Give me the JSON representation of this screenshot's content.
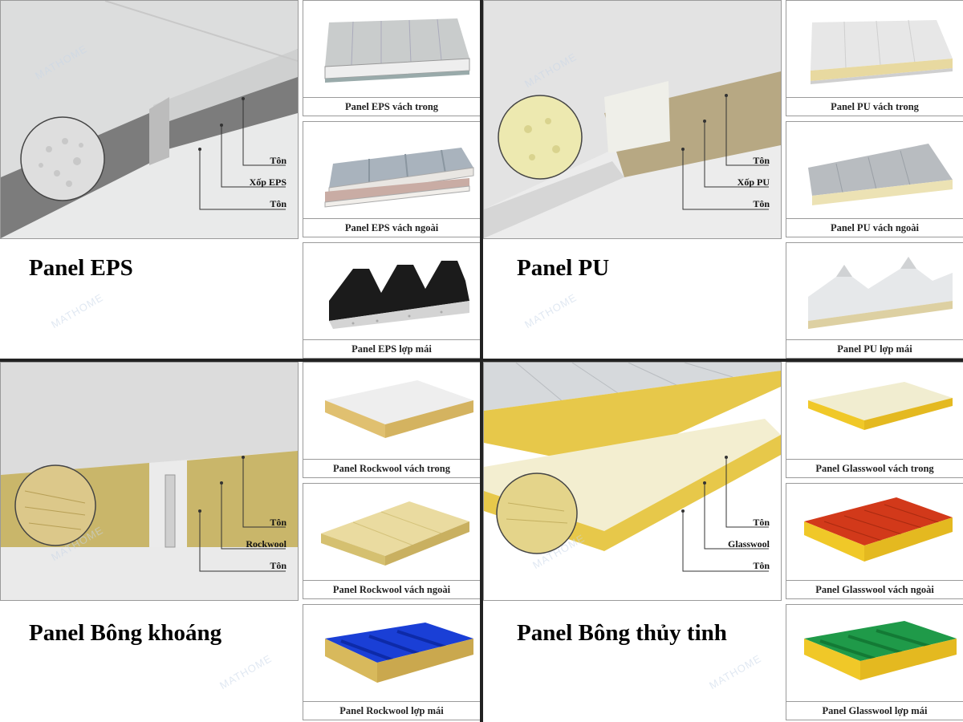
{
  "quadrants": {
    "eps": {
      "title": "Panel EPS",
      "labels": [
        "Tôn",
        "Xốp EPS",
        "Tôn"
      ],
      "thumbs": [
        "Panel EPS vách trong",
        "Panel EPS vách ngoài",
        "Panel EPS lợp mái"
      ]
    },
    "pu": {
      "title": "Panel PU",
      "labels": [
        "Tôn",
        "Xốp PU",
        "Tôn"
      ],
      "thumbs": [
        "Panel PU vách trong",
        "Panel PU vách ngoài",
        "Panel PU lợp mái"
      ]
    },
    "rockwool": {
      "title": "Panel Bông khoáng",
      "labels": [
        "Tôn",
        "Rockwool",
        "Tôn"
      ],
      "thumbs": [
        "Panel Rockwool vách trong",
        "Panel Rockwool vách ngoài",
        "Panel Rockwool lợp mái"
      ]
    },
    "glasswool": {
      "title": "Panel Bông thủy tinh",
      "labels": [
        "Tôn",
        "Glasswool",
        "Tôn"
      ],
      "thumbs": [
        "Panel Glasswool vách trong",
        "Panel Glasswool vách ngoài",
        "Panel Glasswool lợp mái"
      ]
    }
  },
  "watermark": "MATHOME",
  "colors": {
    "eps_core": "#8a8a8a",
    "pu_core": "#b7a883",
    "rockwool_core": "#c9b66a",
    "glasswool_core": "#e7c84a",
    "roof_black": "#1b1b1b",
    "roof_blue": "#1a3fd6",
    "roof_red": "#d2391a",
    "roof_green": "#1f9a49"
  }
}
